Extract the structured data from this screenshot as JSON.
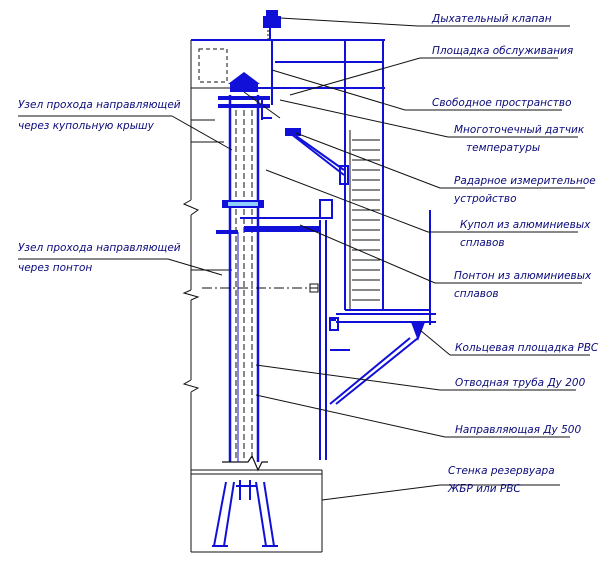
{
  "labels": {
    "breathing_valve": "Дыхательный клапан",
    "service_platform": "Площадка обслуживания",
    "free_space": "Свободное пространство",
    "multipoint_sensor_1": "Многоточечный датчик",
    "multipoint_sensor_2": "температуры",
    "radar_device_1": "Радарное измерительное",
    "radar_device_2": "устройство",
    "dome_1": "Купол из алюминиевых",
    "dome_2": "сплавов",
    "pontoon_1": "Понтон из алюминиевых",
    "pontoon_2": "сплавов",
    "ring_platform": "Кольцевая площадка РВС",
    "sampling_pipe": "Отводная труба Ду 200",
    "guide": "Направляющая Ду 500",
    "tank_wall_1": "Стенка резервуара",
    "tank_wall_2": "ЖБР или РВС",
    "roof_node_1": "Узел прохода направляющей",
    "roof_node_2": "через купольную крышу",
    "pontoon_node_1": "Узел прохода направляющей",
    "pontoon_node_2": "через понтон"
  },
  "colors": {
    "structure": "#1010d8",
    "outline": "#111111",
    "text": "#0a0a7a"
  }
}
